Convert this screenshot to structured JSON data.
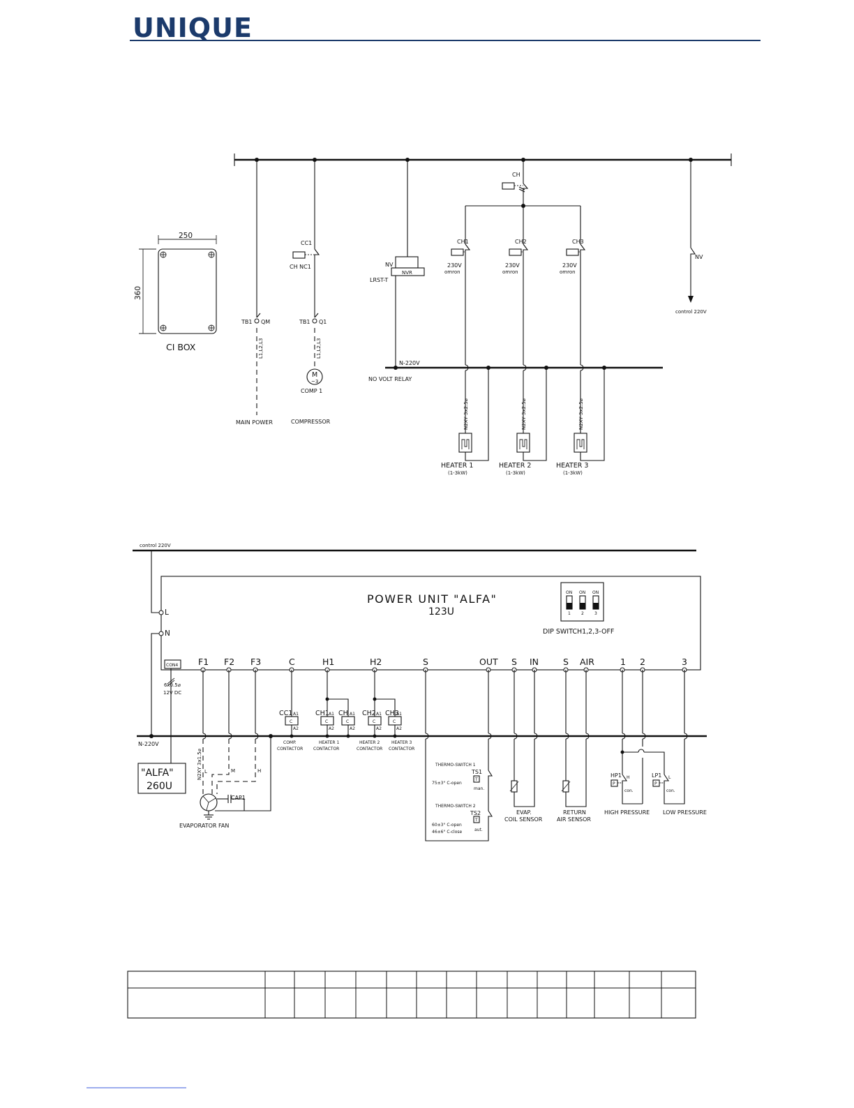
{
  "header": {
    "logo_text": "UNIQUE",
    "brand_color": "#1b3a6b"
  },
  "top_diagram": {
    "ci_box": {
      "width_label": "250",
      "height_label": "360",
      "label": "CI  BOX"
    },
    "main_power": {
      "terminal": "TB1",
      "device": "QM",
      "phases": "L1,L2,L3",
      "label": "MAIN  POWER"
    },
    "compressor": {
      "contactor": "CC1",
      "aux": "CH  NC1",
      "terminal": "TB1",
      "device": "Q1",
      "phases": "L1,L2,L3",
      "motor": "M",
      "motor_phase": "~3",
      "comp_label": "COMP  1",
      "label": "COMPRESSOR"
    },
    "nvr": {
      "nv": "NV",
      "box": "NVR",
      "lrst": "LRST-T",
      "neutral": "N-220V",
      "label": "NO  VOLT  RELAY"
    },
    "main_contactor": "CH",
    "heaters": [
      {
        "contactor": "CH1",
        "voltage": "230V",
        "brand": "omron",
        "cable": "N2XY  3x2.5⌀",
        "label": "HEATER  1",
        "rating": "(1-3kW)"
      },
      {
        "contactor": "CH2",
        "voltage": "230V",
        "brand": "omron",
        "cable": "N2XY  3x2.5⌀",
        "label": "HEATER  2",
        "rating": "(1-3kW)"
      },
      {
        "contactor": "CH3",
        "voltage": "230V",
        "brand": "omron",
        "cable": "N2XY  3x2.5⌀",
        "label": "HEATER  3",
        "rating": "(1-3kW)"
      }
    ],
    "control": {
      "switch": "NV",
      "label": "control  220V"
    }
  },
  "bottom_diagram": {
    "control_label": "control  220V",
    "unit_title": "POWER  UNIT  \"ALFA\"",
    "unit_model": "123U",
    "dip": {
      "on": "ON",
      "nums": [
        "1",
        "2",
        "3"
      ],
      "label": "DIP  SWITCH1,2,3-OFF"
    },
    "L": "L",
    "N": "N",
    "con": "CON4",
    "con_cable": "6x0.5⌀",
    "con_voltage": "12V  DC",
    "neutral": "N-220V",
    "alfa": {
      "name": "\"ALFA\"",
      "model": "260U"
    },
    "terminals": [
      "F1",
      "F2",
      "F3",
      "C",
      "H1",
      "H2",
      "S",
      "OUT",
      "S",
      "IN",
      "S",
      "AIR",
      "1",
      "2",
      "3"
    ],
    "fan": {
      "cable": "N2XY  3x1.5⌀",
      "low": "L",
      "mid": "M",
      "high": "H",
      "cap": "CAP1",
      "label": "EVAPORATOR  FAN"
    },
    "coils": [
      {
        "name": "CC1",
        "a1": "A1",
        "a2": "A2",
        "c": "C"
      },
      {
        "name": "CH1",
        "a1": "A1",
        "a2": "A2",
        "c": "C"
      },
      {
        "name": "CH",
        "a1": "A1",
        "a2": "A2",
        "c": "C"
      },
      {
        "name": "CH2",
        "a1": "A1",
        "a2": "A2",
        "c": "C"
      },
      {
        "name": "CH3",
        "a1": "A1",
        "a2": "A2",
        "c": "C"
      }
    ],
    "contactor_labels": [
      {
        "l1": "COMP.",
        "l2": "CONTACTOR"
      },
      {
        "l1": "HEATER  1",
        "l2": "CONTACTOR"
      },
      {
        "l1": "HEATER  2",
        "l2": "CONTACTOR"
      },
      {
        "l1": "HEATER  3",
        "l2": "CONTACTOR"
      }
    ],
    "thermo1": {
      "title": "THERMO-SWITCH  1",
      "tag": "TS1",
      "t": "T",
      "desc": "75±3° C-open",
      "mode": "man."
    },
    "thermo2": {
      "title": "THERMO-SWITCH  2",
      "tag": "TS2",
      "t": "T",
      "desc1": "60±3° C-open",
      "desc2": "46±6° C-close",
      "mode": "aut."
    },
    "evap": {
      "l1": "EVAP.",
      "l2": "COIL  SENSOR"
    },
    "ret": {
      "l1": "RETURN",
      "l2": "AIR  SENSOR"
    },
    "hp": {
      "tag": "HP1",
      "p": "P",
      "mark": "H",
      "con": "con.",
      "label": "HIGH  PRESSURE"
    },
    "lp": {
      "tag": "LP1",
      "p": "P",
      "mark": "L",
      "con": "con.",
      "label": "LOW  PRESSURE"
    }
  }
}
